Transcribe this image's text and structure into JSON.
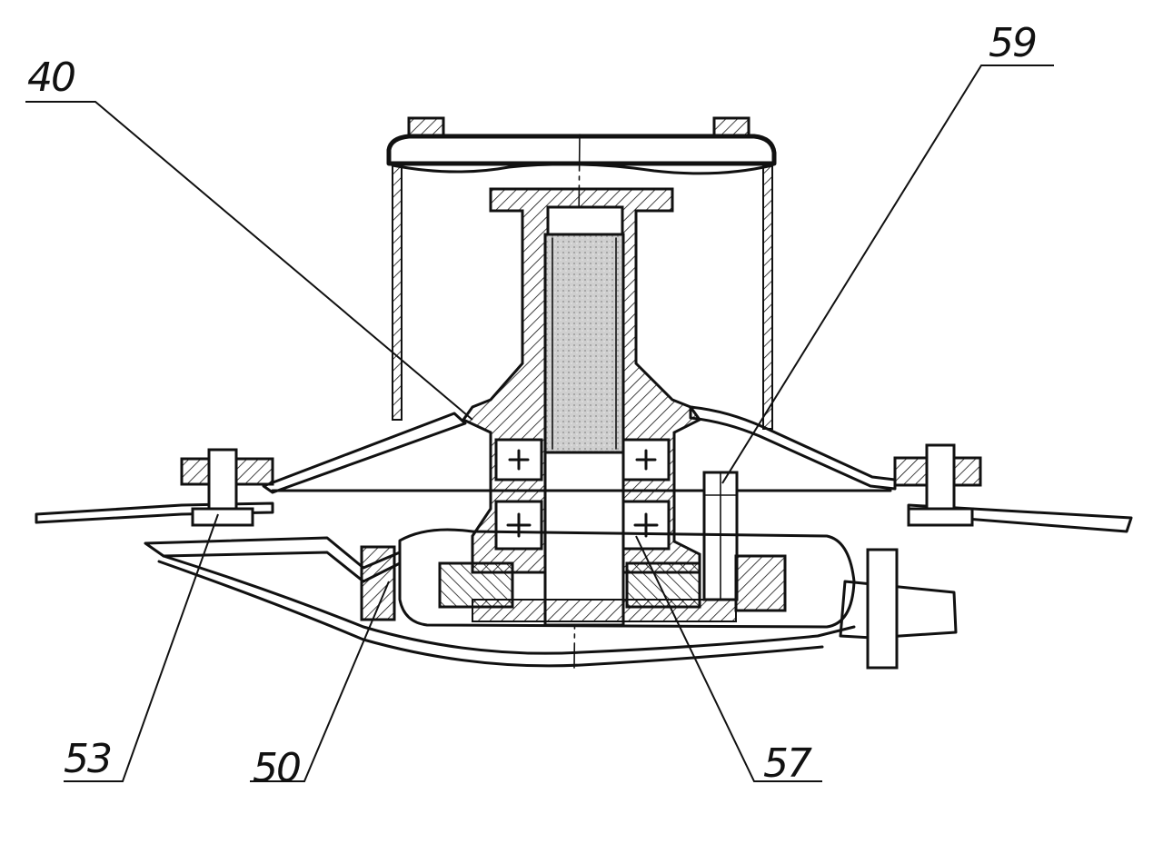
{
  "callouts": [
    {
      "id": "40",
      "text": "40"
    },
    {
      "id": "59",
      "text": "59"
    },
    {
      "id": "53",
      "text": "53"
    },
    {
      "id": "50",
      "text": "50"
    },
    {
      "id": "57",
      "text": "57"
    }
  ]
}
